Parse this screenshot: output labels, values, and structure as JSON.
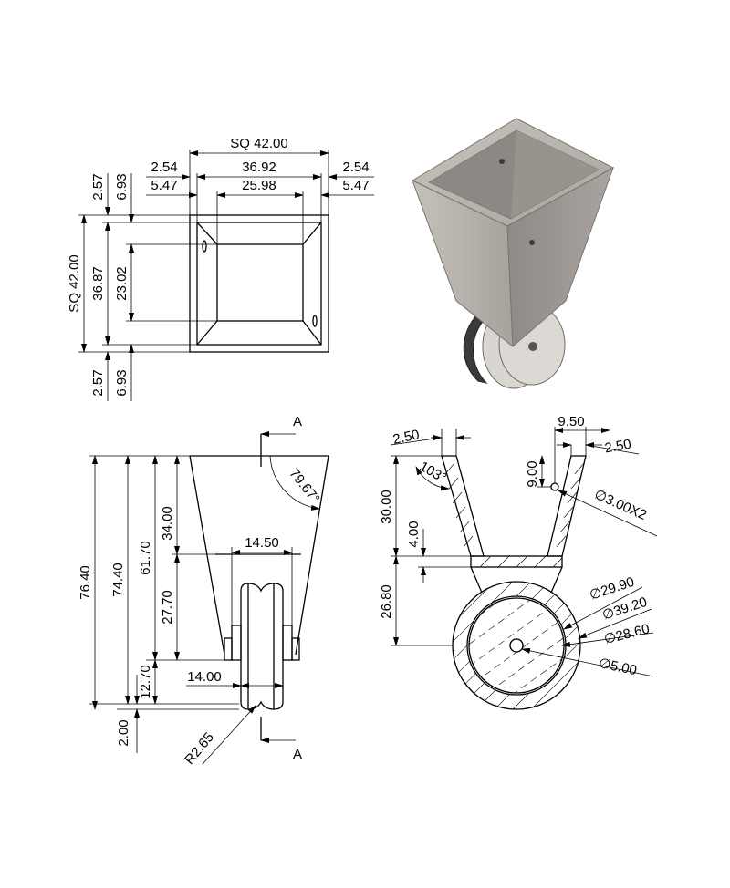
{
  "top_view": {
    "overall_width": "SQ 42.00",
    "inner_top_width": "36.92",
    "inner_bottom_width": "25.98",
    "wall_left": "2.54",
    "wall_right": "2.54",
    "offset_left": "5.47",
    "offset_right": "5.47",
    "overall_height": "SQ 42.00",
    "inner_top_height": "36.87",
    "inner_bottom_height": "23.02",
    "wall_top": "2.57",
    "offset_top": "6.93",
    "wall_bottom": "2.57",
    "offset_bottom": "6.93"
  },
  "front_view": {
    "section_label_top": "A",
    "section_label_bottom": "A",
    "taper_angle": "79.67°",
    "total_height": "76.40",
    "height_74": "74.40",
    "height_61": "61.70",
    "height_34": "34.00",
    "height_27": "27.70",
    "height_12": "12.70",
    "height_2": "2.00",
    "wheel_width_outer": "14.50",
    "wheel_width_inner": "14.00",
    "fillet_radius": "R2.65"
  },
  "section_view": {
    "wall_thickness_left": "2.50",
    "wall_thickness_right": "2.50",
    "hole_offset_x": "9.50",
    "hole_offset_y": "9.00",
    "inner_angle": "103°",
    "hole_callout": "∅3.00X2",
    "bracket_height": "30.00",
    "base_thickness": "4.00",
    "axle_height": "26.80",
    "dia_hub": "∅29.90",
    "dia_wheel": "∅39.20",
    "dia_core": "∅28.60",
    "dia_axle": "∅5.00"
  }
}
